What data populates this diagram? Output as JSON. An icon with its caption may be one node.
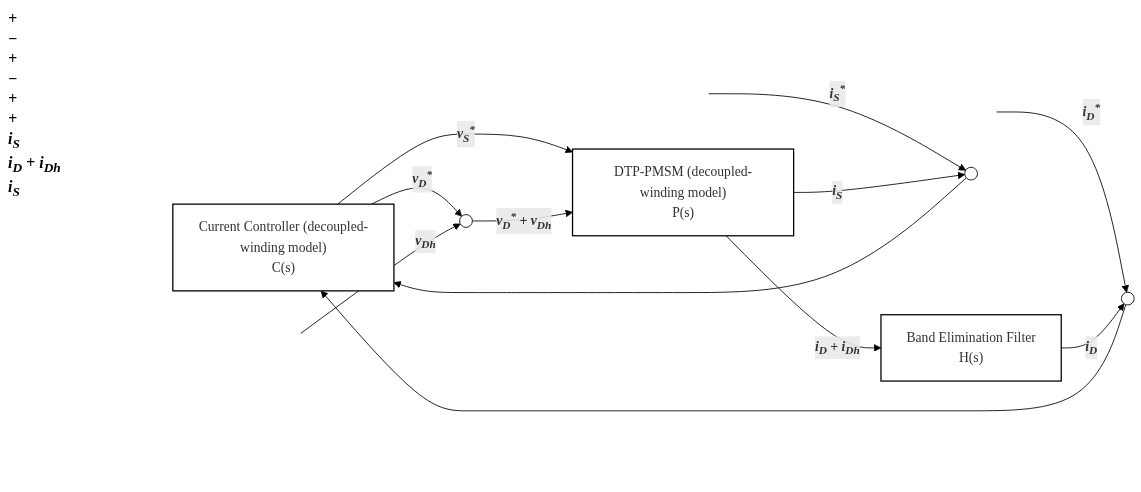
{
  "diagram": {
    "nodes": [
      {
        "text": [
          "Current Controller (decoupled-winding model)",
          "C(s)"
        ]
      },
      {
        "text": [
          "DTP-PMSM (decoupled-winding model)",
          "P(s)"
        ]
      },
      {
        "text": [
          "Band Elimination Filter",
          "H(s)"
        ]
      },
      {
        "text": [],
        "shape": "circle"
      },
      {
        "text": [],
        "shape": "circle"
      },
      {
        "text": [],
        "shape": "circle"
      }
    ],
    "edges": [
      {
        "from": null,
        "to": 3,
        "arrow": "to",
        "label": "i$_{S}$$^{*}$"
      },
      {
        "from": null,
        "to": 4,
        "arrow": "to",
        "label": "i$_{D}$$^{*}$"
      },
      {
        "from": 3,
        "to": 0,
        "arrow": "to"
      },
      {
        "from": 4,
        "to": 0,
        "arrow": "to"
      },
      {
        "from": 0,
        "to": 1,
        "arrow": "to",
        "label": "v$_{S}$$^{*}$"
      },
      {
        "from": 0,
        "to": 5,
        "arrow": "to",
        "label": "v$_{D}$$^{*}$"
      },
      {
        "from": null,
        "to": 5,
        "arrow": "to",
        "label": "v$_{Dh}$"
      },
      {
        "from": 5,
        "to": 1,
        "arrow": "to",
        "label": "v$_{D}$$^{*}$ + v$_{Dh}$"
      },
      {
        "from": 1,
        "to": 2,
        "arrow": "to",
        "label": "i$_{D}$ + i$_{Dh}$"
      },
      {
        "from": 2,
        "to": 4,
        "arrow": "to",
        "label": "i$_{D}$"
      },
      {
        "from": 1,
        "to": 3,
        "arrow": "to",
        "label": "i$_{S}$"
      }
    ],
    "labels": [
      "+",
      "−",
      "+",
      "−",
      "+",
      "+",
      "i$_{S}$",
      "i$_{D}$ + i$_{Dh}$",
      "i$_{S}$"
    ]
  }
}
